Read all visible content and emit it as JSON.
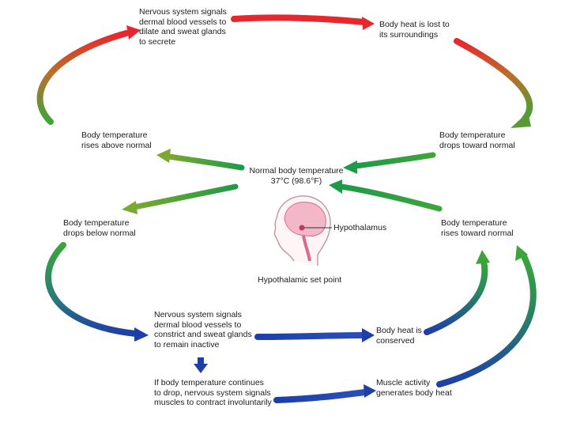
{
  "labels": {
    "heat_loss_signal": "Nervous system signals\ndermal blood vessels to\ndilate and sweat glands\nto secrete",
    "heat_lost": "Body heat is lost to\nits surroundings",
    "rises_above": "Body temperature\nrises above normal",
    "drops_toward": "Body temperature\ndrops toward normal",
    "normal_temp": "Normal body temperature\n37°C (98.6°F)",
    "drops_below": "Body temperature\ndrops below normal",
    "rises_toward": "Body temperature\nrises toward normal",
    "hypothalamus": "Hypothalamus",
    "set_point": "Hypothalamic set point",
    "heat_conserve_signal": "Nervous system signals\ndermal blood vessels to\nconstrict and sweat glands\nto remain inactive",
    "heat_conserved": "Body heat is\nconserved",
    "shiver_signal": "If body temperature continues\nto drop, nervous system signals\nmuscles to contract involuntarily",
    "muscle_heat": "Muscle activity\ngenerates body heat"
  },
  "colors": {
    "hot": "#e8262e",
    "mid": "#2aa53c",
    "cold": "#1f3fa8",
    "brain": "#f2b8c8",
    "brain_dark": "#d96a8a"
  }
}
